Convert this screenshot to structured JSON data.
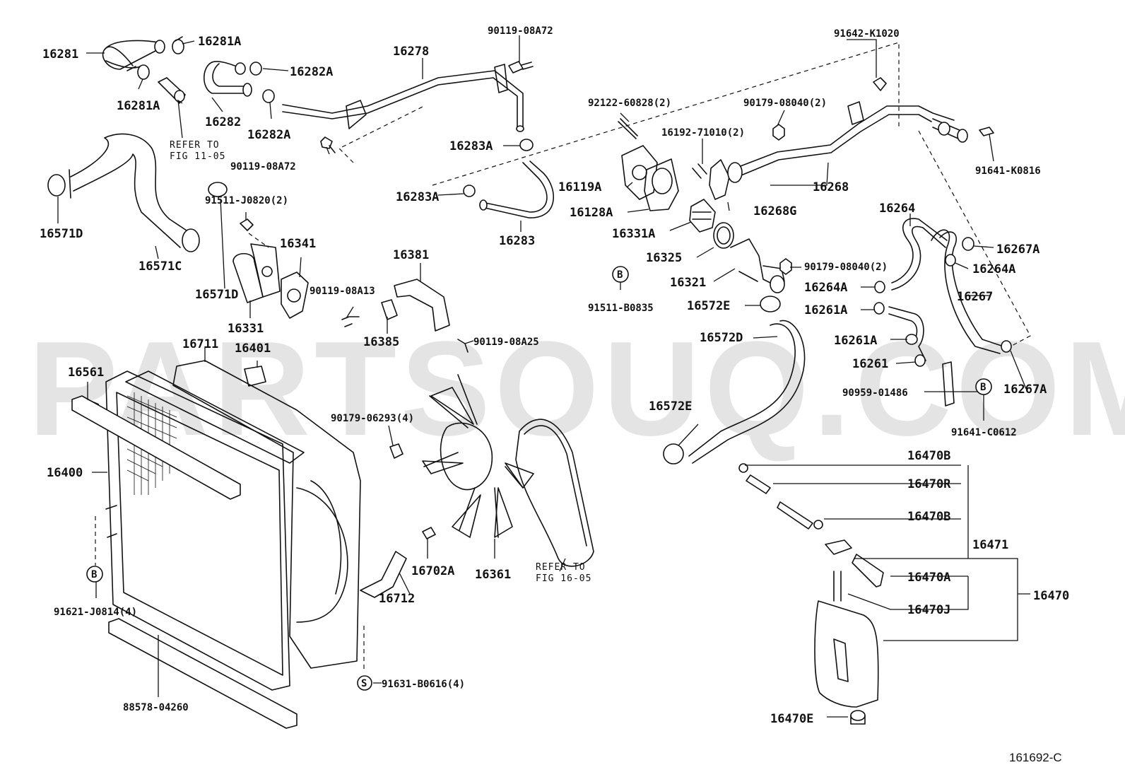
{
  "watermark": "PARTSOUQ.COM",
  "figure_code": "161692-C",
  "labels": {
    "l16281": "16281",
    "l16281A_a": "16281A",
    "l16281A_b": "16281A",
    "l16282": "16282",
    "l16282A_a": "16282A",
    "l16282A_b": "16282A",
    "l16278": "16278",
    "l90119_08A72_a": "90119-08A72",
    "l90119_08A72_b": "90119-08A72",
    "l16283A_a": "16283A",
    "l16283A_b": "16283A",
    "l16283": "16283",
    "l16571D_a": "16571D",
    "l16571D_b": "16571D",
    "l16571C": "16571C",
    "l91511_J0820": "91511-J0820(2)",
    "l16341": "16341",
    "l16331": "16331",
    "l16381": "16381",
    "l90119_08A13": "90119-08A13",
    "l16385": "16385",
    "l90119_08A25": "90119-08A25",
    "l16711": "16711",
    "l16401": "16401",
    "l16561": "16561",
    "l16400": "16400",
    "l90179_06293": "90179-06293(4)",
    "l16702A": "16702A",
    "l16361": "16361",
    "l16712": "16712",
    "l91621_J0814": "91621-J0814(4)",
    "l88578_04260": "88578-04260",
    "l91631_B0616": "91631-B0616(4)",
    "l92122_60828": "92122-60828(2)",
    "l90179_08040_a": "90179-08040(2)",
    "l16192_71010": "16192-71010(2)",
    "l91642_K1020": "91642-K1020",
    "l91641_K0816": "91641-K0816",
    "l16119A": "16119A",
    "l16128A": "16128A",
    "l16268G": "16268G",
    "l16268": "16268",
    "l16331A": "16331A",
    "l16325": "16325",
    "l16321": "16321",
    "l90179_08040_b": "90179-08040(2)",
    "l91511_B0835": "91511-B0835",
    "l16572E_a": "16572E",
    "l16572D": "16572D",
    "l16572E_b": "16572E",
    "l16264": "16264",
    "l16267A_a": "16267A",
    "l16264A_a": "16264A",
    "l16264A_b": "16264A",
    "l16267": "16267",
    "l16261A_a": "16261A",
    "l16261A_b": "16261A",
    "l16261": "16261",
    "l90959_01486": "90959-01486",
    "l16267A_b": "16267A",
    "l91641_C0612": "91641-C0612",
    "l16470B_a": "16470B",
    "l16470R": "16470R",
    "l16470B_b": "16470B",
    "l16471": "16471",
    "l16470A": "16470A",
    "l16470": "16470",
    "l16470J": "16470J",
    "l16470E": "16470E"
  },
  "refs": {
    "fig_11_05_line1": "REFER TO",
    "fig_11_05_line2": "FIG 11-05",
    "fig_16_05_line1": "REFER TO",
    "fig_16_05_line2": "FIG 16-05"
  },
  "markers": {
    "b1": "B",
    "b2": "B",
    "b3": "B",
    "s1": "S"
  }
}
